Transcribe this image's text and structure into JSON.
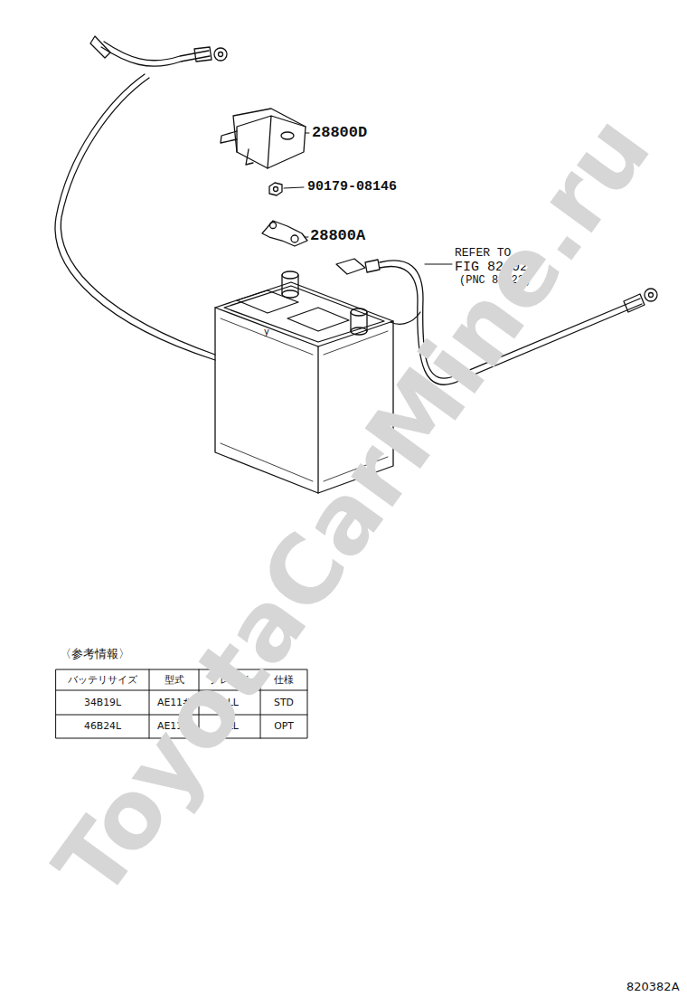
{
  "diagram": {
    "labels": [
      "28800D",
      "90179-08146",
      "28800A",
      "REFER TO",
      "FIG 82-02",
      "(PNC 82123)",
      "y",
      "〈参考情報〉",
      "バッテリサイズ",
      "型式",
      "グレード",
      "仕様",
      "34B19L",
      "AE11#",
      "ALL",
      "STD",
      "46B24L",
      "AE11#",
      "ALL",
      "OPT",
      "ToyotaCarMine.ru",
      "820382A"
    ]
  }
}
